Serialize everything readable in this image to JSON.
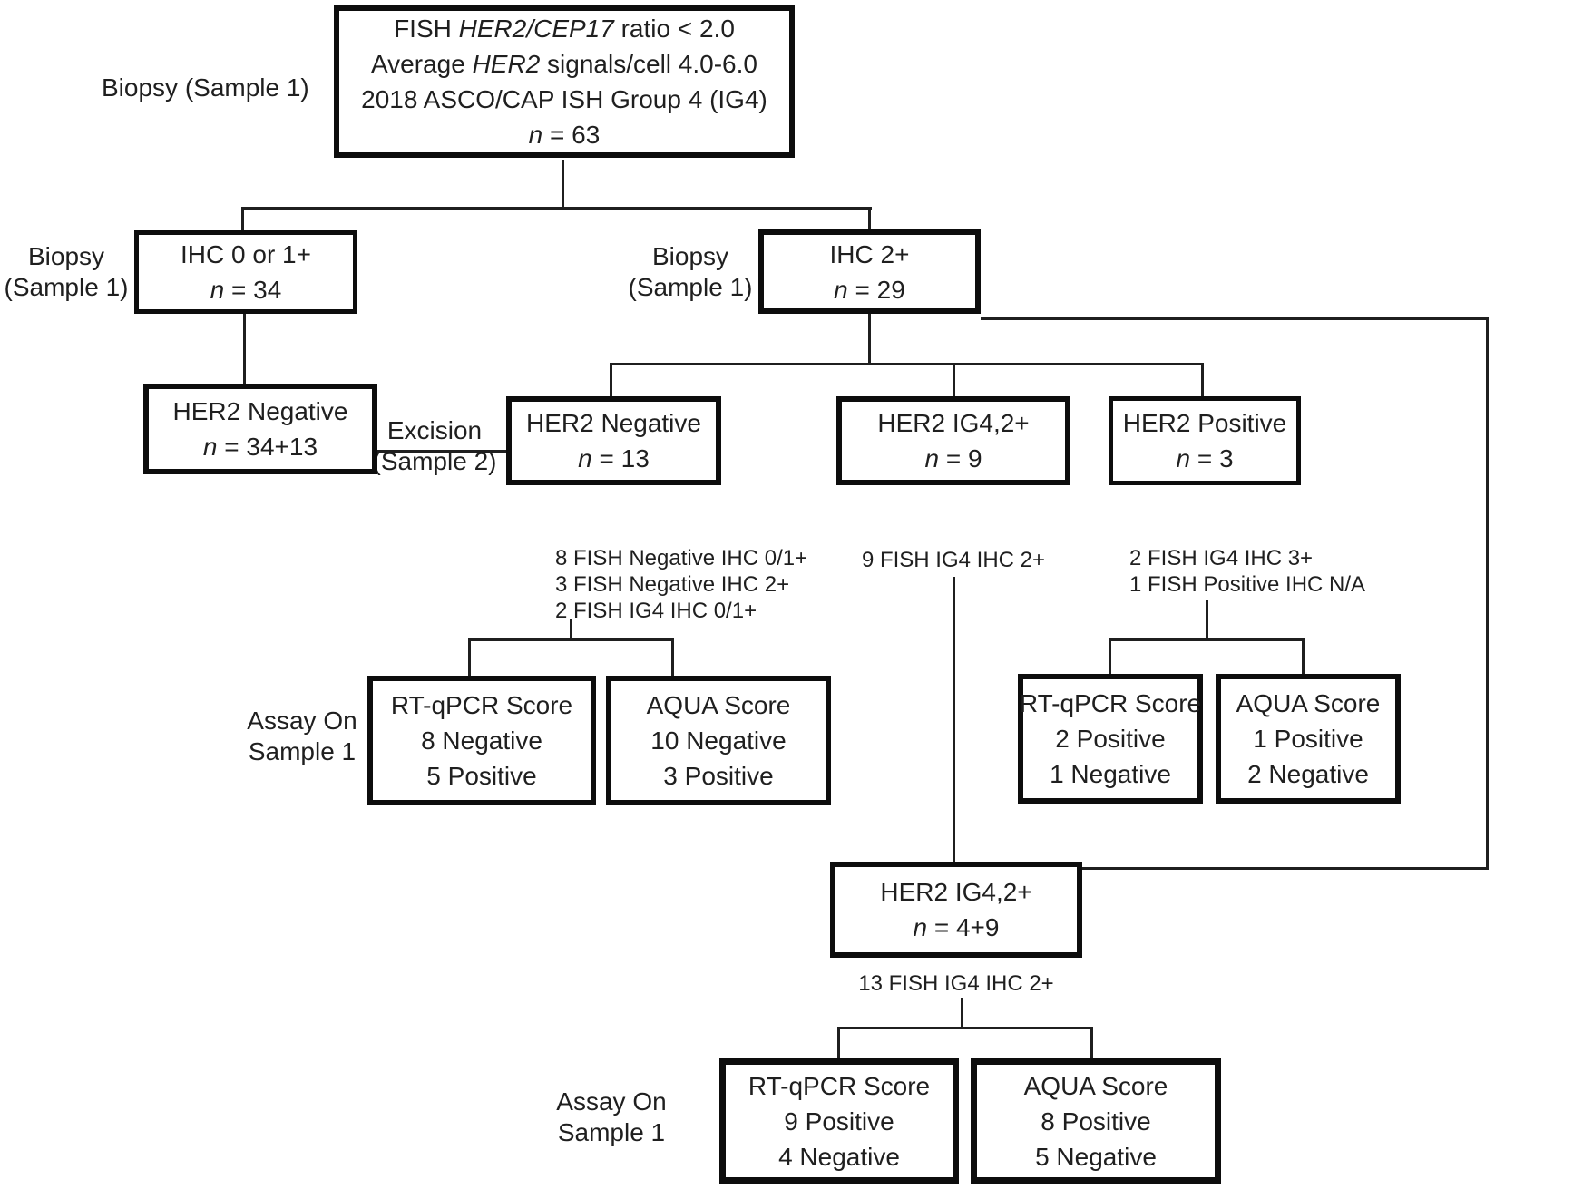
{
  "figure": {
    "type": "flowchart",
    "colors": {
      "background": "#ffffff",
      "box_border": "#0d0d0d",
      "text": "#1f1f1f",
      "connector": "#1f1f1f"
    }
  },
  "boxes": {
    "fish_group": {
      "line1_pre": "FISH ",
      "line1_italic": "HER2/CEP17",
      "line1_post": " ratio < 2.0",
      "line2_pre": "Average ",
      "line2_italic": "HER2",
      "line2_post": " signals/cell 4.0-6.0",
      "line3": "2018 ASCO/CAP ISH Group 4 (IG4)",
      "n_italic": "n",
      "n_text": " = 63"
    },
    "ihc_0_1": {
      "title": "IHC 0 or 1+",
      "n_italic": "n",
      "n_text": " = 34"
    },
    "ihc_2": {
      "title": "IHC 2+",
      "n_italic": "n",
      "n_text": " = 29"
    },
    "her2_negative_combined": {
      "title": "HER2 Negative",
      "n_italic": "n",
      "n_text": " = 34+13"
    },
    "her2_negative_13": {
      "title": "HER2 Negative",
      "n_italic": "n",
      "n_text": " = 13"
    },
    "her2_ig42_9": {
      "title": "HER2 IG4,2+",
      "n_italic": "n",
      "n_text": " = 9"
    },
    "her2_positive_3": {
      "title": "HER2 Positive",
      "n_italic": "n",
      "n_text": " = 3"
    },
    "rtqpcr_neg": {
      "title": "RT-qPCR Score",
      "line2": "8 Negative",
      "line3": "5 Positive"
    },
    "aqua_neg": {
      "title": "AQUA Score",
      "line2": "10 Negative",
      "line3": "3 Positive"
    },
    "rtqpcr_pos": {
      "title": "RT-qPCR Score",
      "line2": "2 Positive",
      "line3": "1 Negative"
    },
    "aqua_pos": {
      "title": "AQUA Score",
      "line2": "1 Positive",
      "line3": "2 Negative"
    },
    "her2_ig42_49": {
      "title": "HER2 IG4,2+",
      "n_italic": "n",
      "n_text": " = 4+9"
    },
    "rtqpcr_final": {
      "title": "RT-qPCR Score",
      "line2": "9 Positive",
      "line3": "4 Negative"
    },
    "aqua_final": {
      "title": "AQUA Score",
      "line2": "8 Positive",
      "line3": "5 Negative"
    }
  },
  "labels": {
    "biopsy_sample1_top": "Biopsy (Sample 1)",
    "biopsy_line1": "Biopsy",
    "biopsy_line2": "(Sample 1)",
    "excision_line1": "Excision",
    "excision_line2": "(Sample 2)",
    "assay_line1": "Assay On",
    "assay_line2": "Sample 1"
  },
  "annotations": {
    "under_neg13_line1": "8 FISH Negative IHC 0/1+",
    "under_neg13_line2": "3 FISH Negative IHC 2+",
    "under_neg13_line3": "2 FISH IG4 IHC 0/1+",
    "under_ig42_9": "9 FISH IG4 IHC 2+",
    "under_pos_line1": "2 FISH IG4 IHC 3+",
    "under_pos_line2": "1 FISH Positive IHC N/A",
    "under_ig42_49": "13 FISH IG4 IHC 2+"
  }
}
